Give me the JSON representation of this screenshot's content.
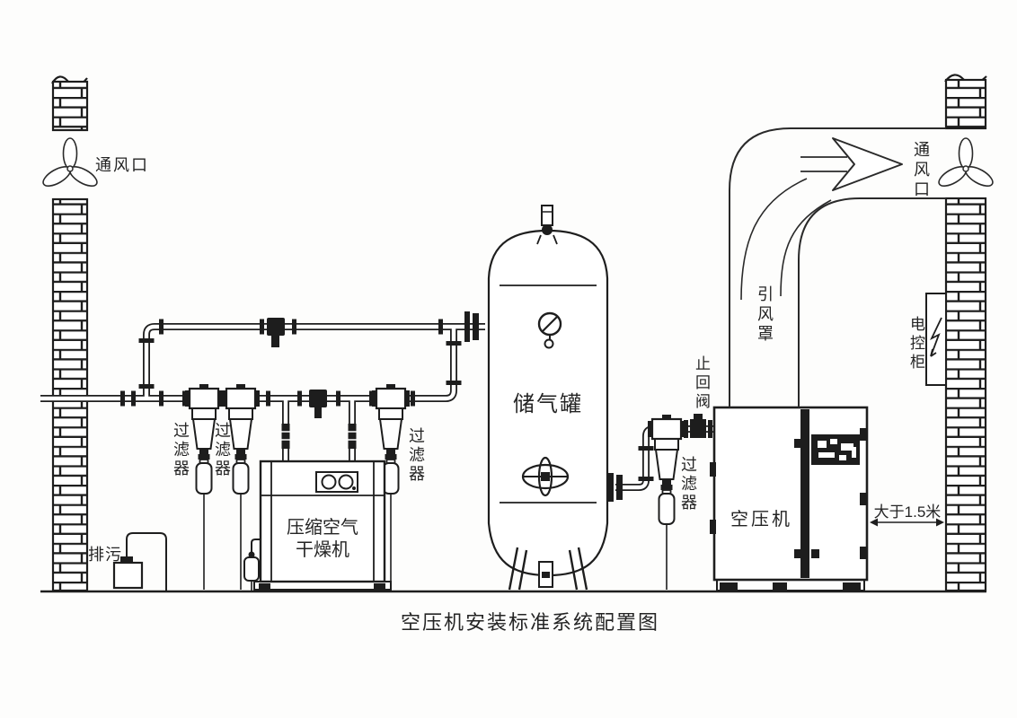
{
  "title": "空压机安装标准系统配置图",
  "colors": {
    "line": "#1e1e1e",
    "background": "#fdfdfc"
  },
  "components": {
    "vent_left": {
      "label": "通风口",
      "icon": "fan-icon"
    },
    "vent_right": {
      "label": "通风口",
      "icon": "fan-icon"
    },
    "tank": {
      "label": "储气罐"
    },
    "filters": [
      {
        "label": "过滤器"
      },
      {
        "label": "过滤器"
      },
      {
        "label": "过滤器"
      },
      {
        "label": "过滤器"
      }
    ],
    "dryer": {
      "label_line1": "压缩空气",
      "label_line2": "干燥机"
    },
    "drain": {
      "label": "排污"
    },
    "check_valve": {
      "label": "止回阀"
    },
    "compressor": {
      "label": "空压机"
    },
    "duct": {
      "label": "引风罩"
    },
    "control_cabinet": {
      "label": "电控柜",
      "icon": "lightning-icon"
    },
    "clearance": {
      "label": "大于1.5米"
    }
  }
}
